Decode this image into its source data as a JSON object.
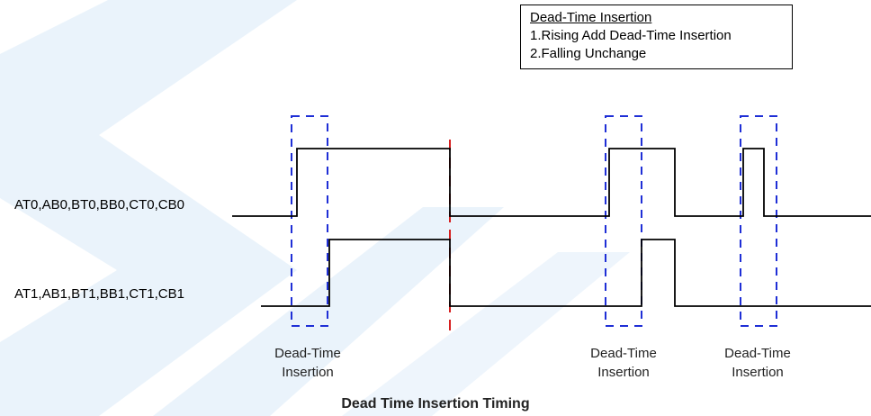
{
  "legend": {
    "title": "Dead-Time Insertion",
    "items": [
      "1.Rising Add Dead-Time Insertion",
      "2.Falling Unchange"
    ]
  },
  "signals": [
    {
      "label": "AT0,AB0,BT0,BB0,CT0,CB0"
    },
    {
      "label": "AT1,AB1,BT1,BB1,CT1,CB1"
    }
  ],
  "dead_time_labels": [
    [
      "Dead-Time",
      "Insertion"
    ],
    [
      "Dead-Time",
      "Insertion"
    ],
    [
      "Dead-Time",
      "Insertion"
    ]
  ],
  "caption": "Dead Time Insertion Timing",
  "colors": {
    "waveform": "#000000",
    "dead_time_box": "#1f2fd6",
    "falling_marker": "#d62020",
    "watermark": "#e9f2fb"
  }
}
